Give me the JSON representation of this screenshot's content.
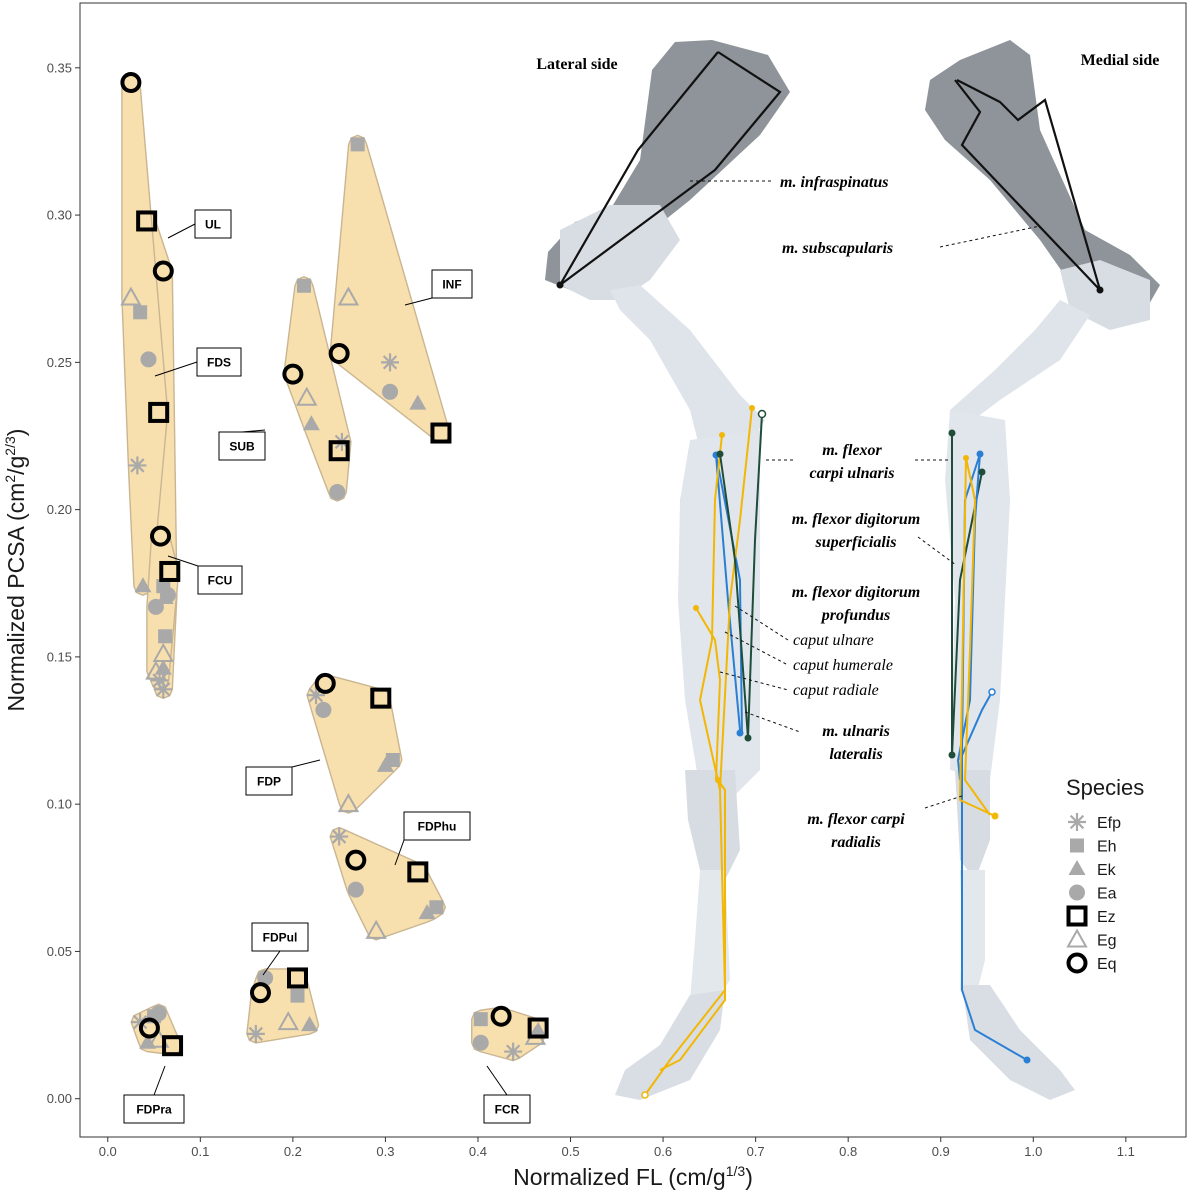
{
  "chart_data": {
    "type": "scatter",
    "xlabel": "Normalized FL (cm/g",
    "xlabel_sup": "1/3",
    "xlabel_close": ")",
    "ylabel": "Normalized PCSA (cm",
    "ylabel_sup1": "2",
    "ylabel_mid": "/g",
    "ylabel_sup2": "2/3",
    "ylabel_close": ")",
    "xlim": [
      -0.03,
      1.165
    ],
    "ylim": [
      -0.013,
      0.372
    ],
    "x_ticks": [
      "0.0",
      "0.1",
      "0.2",
      "0.3",
      "0.4",
      "0.5",
      "0.6",
      "0.7",
      "0.8",
      "0.9",
      "1.0",
      "1.1"
    ],
    "x_tick_values": [
      0,
      0.1,
      0.2,
      0.3,
      0.4,
      0.5,
      0.6,
      0.7,
      0.8,
      0.9,
      1.0,
      1.1
    ],
    "y_ticks": [
      "0.00",
      "0.05",
      "0.10",
      "0.15",
      "0.20",
      "0.25",
      "0.30",
      "0.35"
    ],
    "y_tick_values": [
      0,
      0.05,
      0.1,
      0.15,
      0.2,
      0.25,
      0.3,
      0.35
    ],
    "grid": false,
    "hull_color": "#f8dfae",
    "legend": {
      "title": "Species",
      "position": "bottom-right",
      "entries": [
        {
          "name": "Efp",
          "shape": "asterisk"
        },
        {
          "name": "Eh",
          "shape": "square-filled"
        },
        {
          "name": "Ek",
          "shape": "triangle-filled"
        },
        {
          "name": "Ea",
          "shape": "circle-filled"
        },
        {
          "name": "Ez",
          "shape": "square-open"
        },
        {
          "name": "Eg",
          "shape": "triangle-open"
        },
        {
          "name": "Eq",
          "shape": "circle-open"
        }
      ]
    },
    "groups": [
      {
        "label": "UL",
        "points": {
          "Efp": [
            0.06,
            0.139
          ],
          "Eh": [
            0.062,
            0.157
          ],
          "Ek": [
            0.06,
            0.146
          ],
          "Ea": [
            0.065,
            0.171
          ],
          "Ez": [
            0.042,
            0.298
          ],
          "Eg": [
            0.06,
            0.151
          ],
          "Eq": [
            0.06,
            0.281
          ]
        }
      },
      {
        "label": "FDS",
        "points": {
          "Efp": [
            0.032,
            0.215
          ],
          "Eh": [
            0.035,
            0.267
          ],
          "Ek": [
            0.038,
            0.174
          ],
          "Ea": [
            0.044,
            0.251
          ],
          "Ez": [
            0.055,
            0.233
          ],
          "Eg": [
            0.025,
            0.272
          ],
          "Eq": [
            0.025,
            0.345
          ]
        }
      },
      {
        "label": "FCU",
        "points": {
          "Efp": [
            0.056,
            0.142
          ],
          "Eh": [
            0.06,
            0.174
          ],
          "Ek": [
            0.062,
            0.17
          ],
          "Ea": [
            0.052,
            0.167
          ],
          "Ez": [
            0.067,
            0.179
          ],
          "Eg": [
            0.052,
            0.145
          ],
          "Eq": [
            0.057,
            0.191
          ]
        }
      },
      {
        "label": "SUB",
        "points": {
          "Efp": [
            0.253,
            0.223
          ],
          "Eh": [
            0.212,
            0.276
          ],
          "Ek": [
            0.22,
            0.229
          ],
          "Ea": [
            0.248,
            0.206
          ],
          "Ez": [
            0.25,
            0.22
          ],
          "Eg": [
            0.215,
            0.238
          ],
          "Eq": [
            0.2,
            0.246
          ]
        }
      },
      {
        "label": "INF",
        "points": {
          "Efp": [
            0.305,
            0.25
          ],
          "Eh": [
            0.27,
            0.324
          ],
          "Ek": [
            0.335,
            0.236
          ],
          "Ea": [
            0.305,
            0.24
          ],
          "Ez": [
            0.36,
            0.226
          ],
          "Eg": [
            0.26,
            0.272
          ],
          "Eq": [
            0.25,
            0.253
          ]
        }
      },
      {
        "label": "FDP",
        "points": {
          "Efp": [
            0.225,
            0.137
          ],
          "Eh": [
            0.308,
            0.115
          ],
          "Ek": [
            0.3,
            0.113
          ],
          "Ea": [
            0.233,
            0.132
          ],
          "Ez": [
            0.295,
            0.136
          ],
          "Eg": [
            0.26,
            0.1
          ],
          "Eq": [
            0.235,
            0.141
          ]
        }
      },
      {
        "label": "FDPhu",
        "points": {
          "Efp": [
            0.25,
            0.089
          ],
          "Eh": [
            0.355,
            0.065
          ],
          "Ek": [
            0.345,
            0.063
          ],
          "Ea": [
            0.268,
            0.071
          ],
          "Ez": [
            0.335,
            0.077
          ],
          "Eg": [
            0.29,
            0.057
          ],
          "Eq": [
            0.268,
            0.081
          ]
        }
      },
      {
        "label": "FDPul",
        "points": {
          "Efp": [
            0.16,
            0.022
          ],
          "Eh": [
            0.205,
            0.035
          ],
          "Ek": [
            0.218,
            0.025
          ],
          "Ea": [
            0.17,
            0.041
          ],
          "Ez": [
            0.205,
            0.041
          ],
          "Eg": [
            0.195,
            0.026
          ],
          "Eq": [
            0.165,
            0.036
          ]
        }
      },
      {
        "label": "FDPra",
        "points": {
          "Efp": [
            0.035,
            0.026
          ],
          "Eh": [
            0.05,
            0.028
          ],
          "Ek": [
            0.043,
            0.019
          ],
          "Ea": [
            0.055,
            0.029
          ],
          "Ez": [
            0.07,
            0.018
          ],
          "Eg": [
            0.055,
            0.02
          ],
          "Eq": [
            0.045,
            0.024
          ]
        }
      },
      {
        "label": "FCR",
        "points": {
          "Efp": [
            0.438,
            0.016
          ],
          "Eh": [
            0.403,
            0.027
          ],
          "Ek": [
            0.465,
            0.023
          ],
          "Ea": [
            0.403,
            0.019
          ],
          "Ez": [
            0.465,
            0.024
          ],
          "Eg": [
            0.462,
            0.021
          ],
          "Eq": [
            0.425,
            0.028
          ]
        }
      }
    ]
  },
  "figure": {
    "lateral_title": "Lateral side",
    "medial_title": "Medial side",
    "muscle_labels": {
      "infraspinatus": "m. infraspinatus",
      "subscapularis": "m. subscapularis",
      "fcu_1": "m. flexor",
      "fcu_2": "carpi ulnaris",
      "fds_1": "m. flexor digitorum",
      "fds_2": "superficialis",
      "fdp_1": "m. flexor digitorum",
      "fdp_2": "profundus",
      "caput_ulnare": "caput ulnare",
      "caput_humerale": "caput humerale",
      "caput_radiale": "caput radiale",
      "ul_1": "m. ulnaris",
      "ul_2": "lateralis",
      "fcr_1": "m. flexor carpi",
      "fcr_2": "radialis"
    },
    "colors": {
      "blue": "#2a7fd4",
      "yellow": "#f2b705",
      "green": "#1f4d3a",
      "bone": "#dfe4ea",
      "scapula": "#8e949a"
    }
  }
}
